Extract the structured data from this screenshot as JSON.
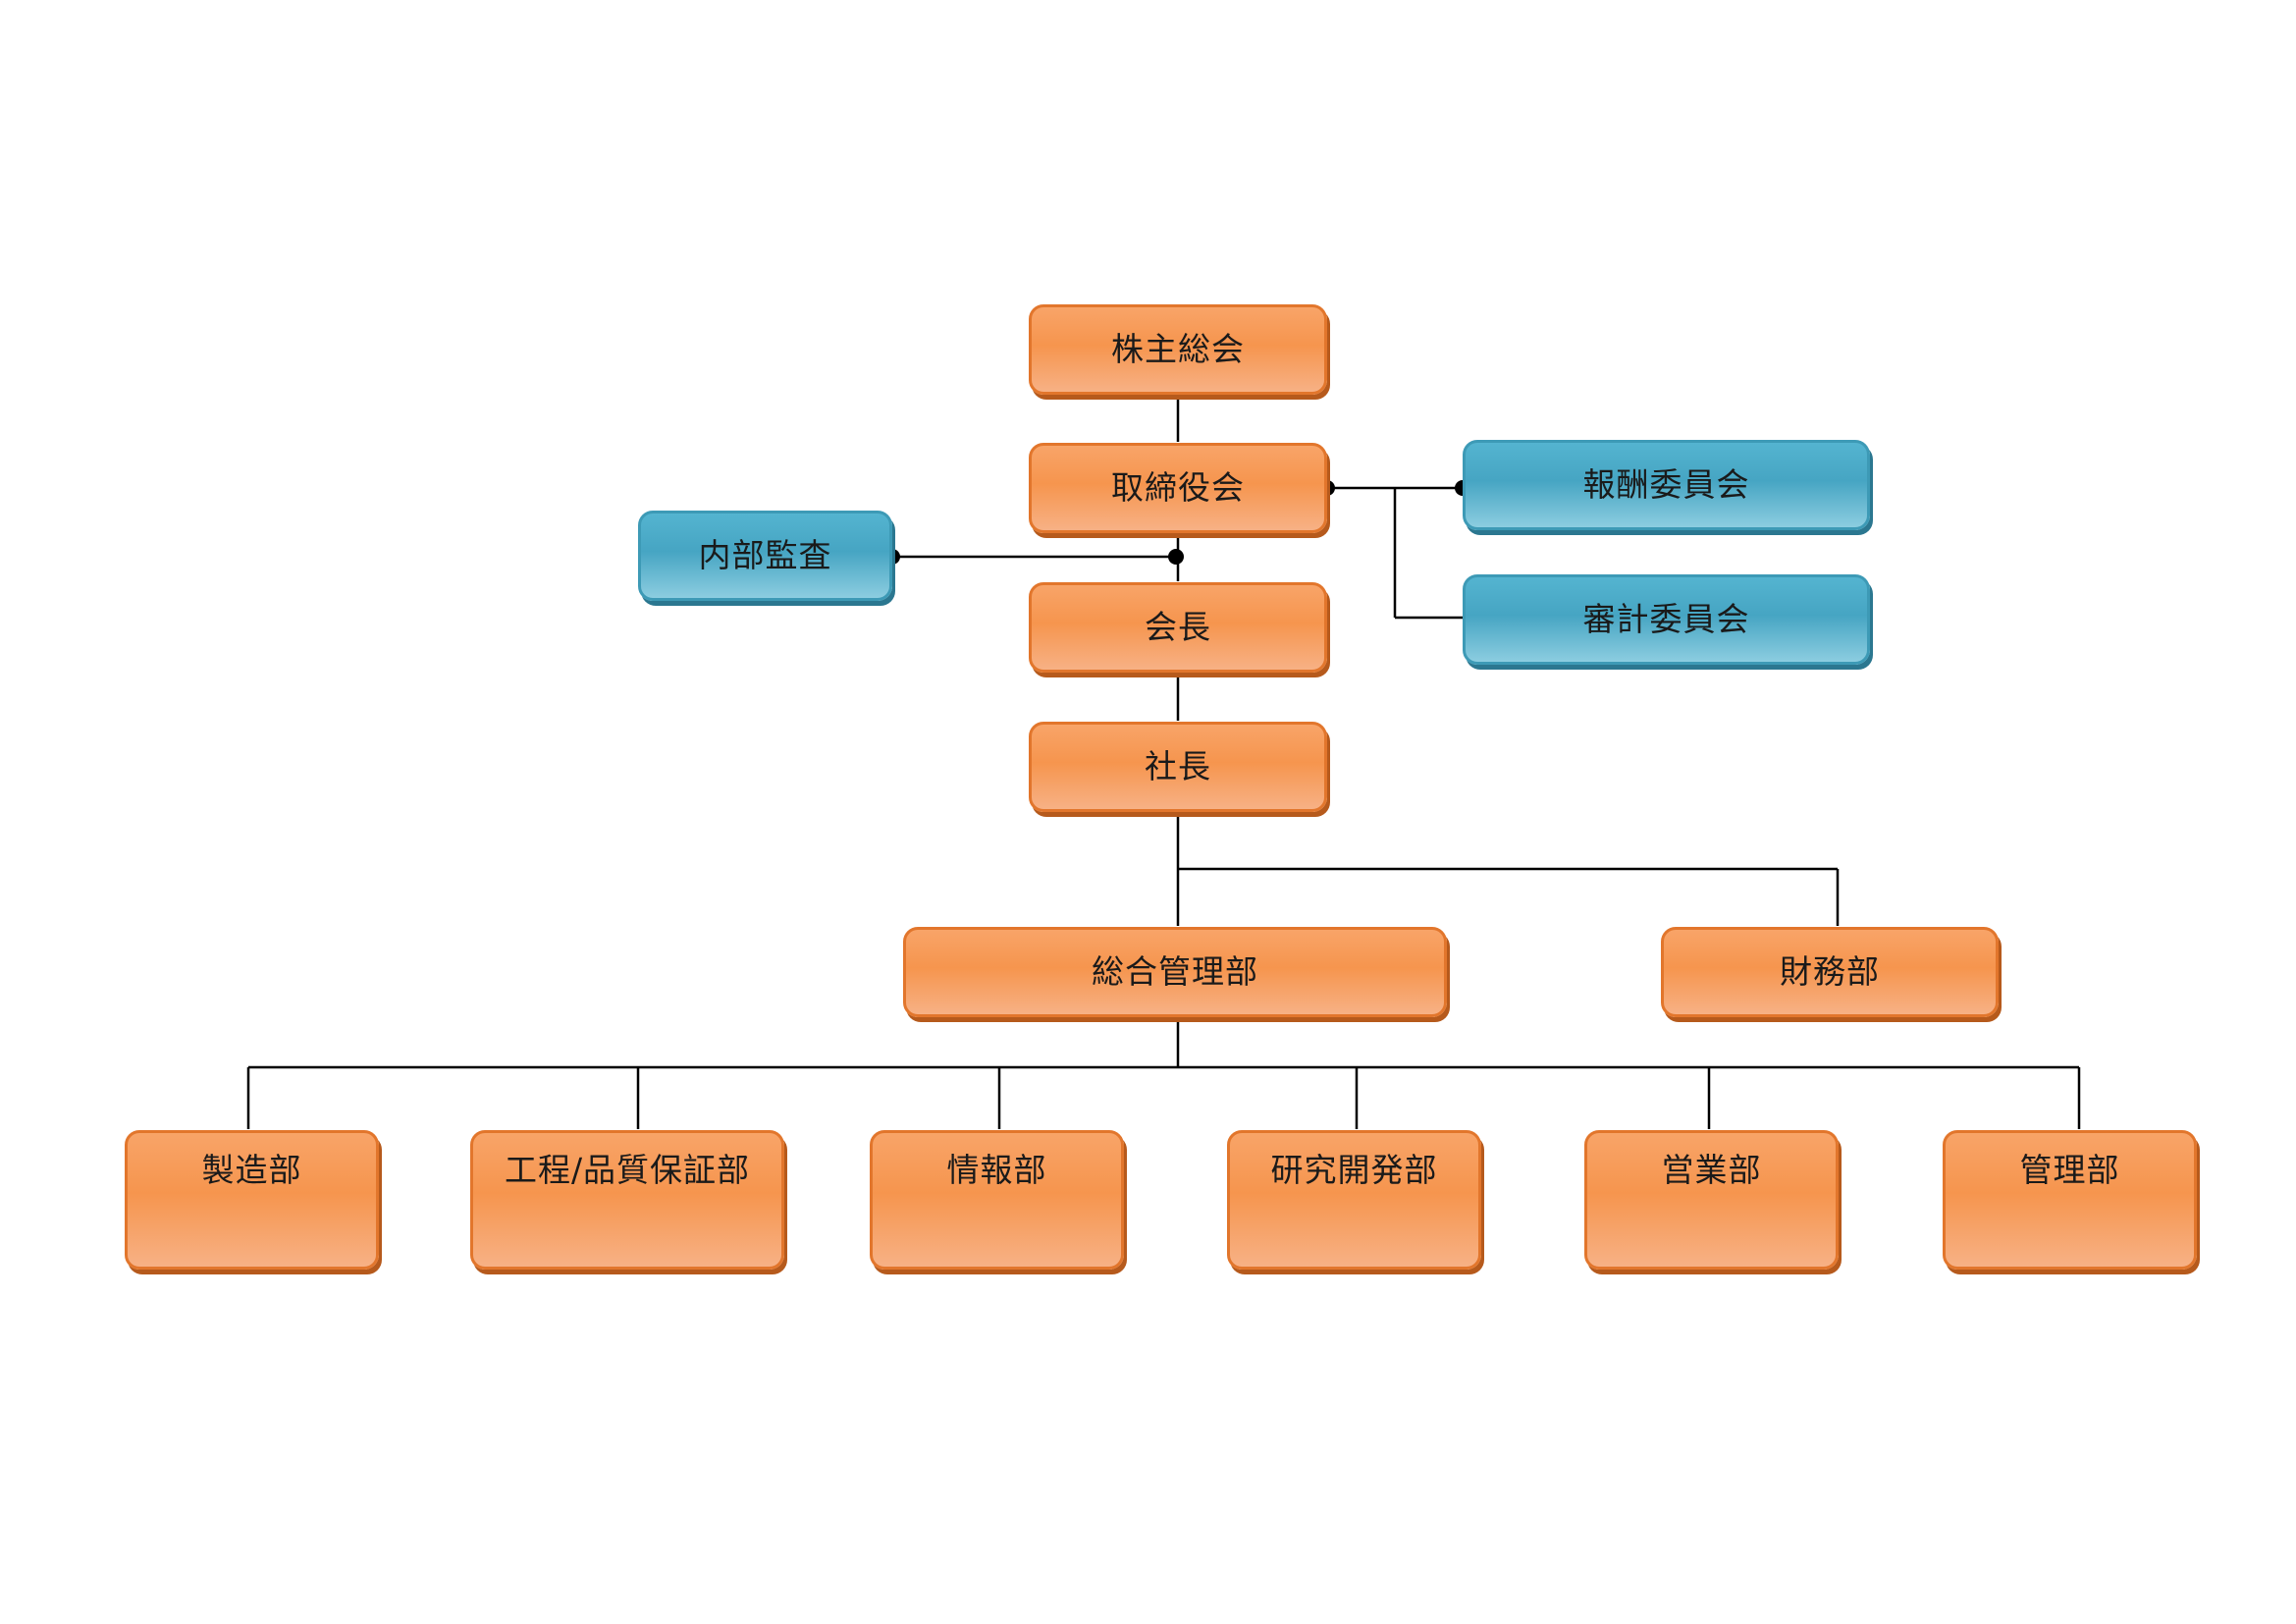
{
  "colors": {
    "orange": "#f6954e",
    "blue": "#46a5c3",
    "line": "#000000"
  },
  "nodes": {
    "shareholders": "株主総会",
    "board": "取締役会",
    "remuneration": "報酬委員会",
    "audit_committee": "審計委員会",
    "internal_audit": "内部監査",
    "chairman": "会長",
    "president": "社長",
    "general_management": "総合管理部",
    "finance": "財務部",
    "manufacturing": "製造部",
    "engineering_qa": "工程/品質保証部",
    "information": "情報部",
    "rnd": "研究開発部",
    "sales": "営業部",
    "administration": "管理部"
  }
}
